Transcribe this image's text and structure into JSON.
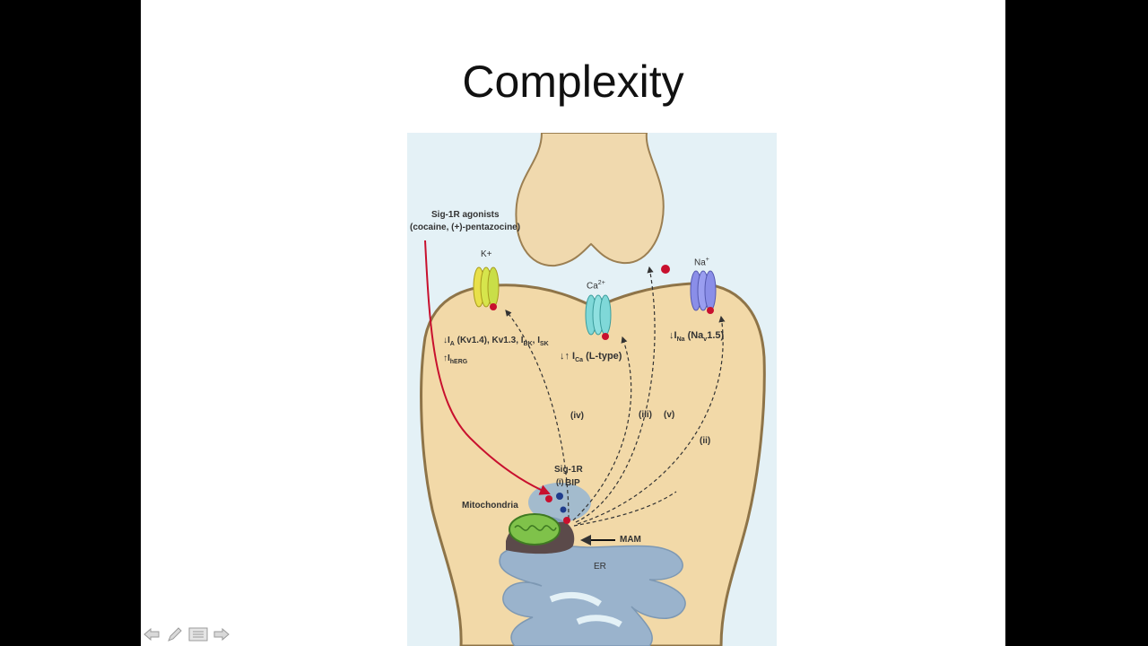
{
  "slide": {
    "title": "Complexity"
  },
  "diagram": {
    "agonist_line1": "Sig-1R agonists",
    "agonist_line2": "(cocaine, (+)-pentazocine)",
    "k_label": "K+",
    "ca_label": "Ca",
    "ca_sup": "2+",
    "na_label": "Na",
    "na_sup": "+",
    "k_effect_a": "↓I",
    "k_effect_a_sub": "A",
    "k_effect_b": " (Kv1.4), Kv1.3, I",
    "k_effect_b_sub": "BK",
    "k_effect_c": ", I",
    "k_effect_c_sub": "SK",
    "herg_a": "↑I",
    "herg_sub": "hERG",
    "ca_effect_a": "↓↑ I",
    "ca_effect_sub": "Ca",
    "ca_effect_b": " (L-type)",
    "na_effect_a": "↓I",
    "na_effect_sub": "Na",
    "na_effect_b": " (Na",
    "na_effect_sub2": "v",
    "na_effect_c": "1.5)",
    "path_iv": "(iv)",
    "path_iii": "(iii)",
    "path_v": "(v)",
    "path_ii": "(ii)",
    "path_i": "(i)",
    "sig1r": "Sig-1R",
    "bip": "BIP",
    "mitochondria": "Mitochondria",
    "mam": "MAM",
    "er": "ER"
  },
  "controls": {
    "prev_icon": "left-arrow-icon",
    "pen_icon": "pen-icon",
    "menu_icon": "menu-icon",
    "next_icon": "right-arrow-icon"
  }
}
